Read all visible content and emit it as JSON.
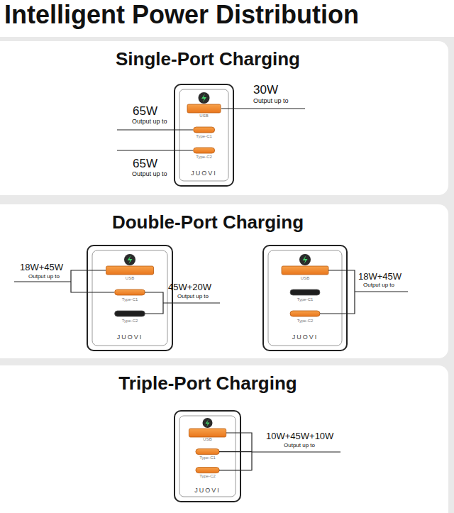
{
  "diagram": {
    "title": "Intelligent Power Distribution",
    "nodes": [
      {
        "text": [
          "Single-Port Charging"
        ]
      },
      {
        "text": [
          "USB",
          "Type-C1",
          "Type-C2",
          "JUOVI"
        ],
        "in": 0
      },
      {
        "text": [
          "Double-Port Charging"
        ]
      },
      {
        "text": [
          "USB",
          "Type-C1",
          "Type-C2",
          "JUOVI"
        ],
        "in": 2
      },
      {
        "text": [
          "USB",
          "Type-C1",
          "Type-C2",
          "JUOVI"
        ],
        "in": 2
      },
      {
        "text": [
          "Triple-Port Charging"
        ]
      },
      {
        "text": [
          "USB",
          "Type-C1",
          "Type-C2",
          "JUOVI"
        ],
        "in": 5
      }
    ],
    "labels": [
      "30W",
      "Output up to",
      "65W",
      "Output up to",
      "65W",
      "Output up to",
      "18W+45W",
      "Output up to",
      "45W+20W",
      "Output up to",
      "18W+45W",
      "Output up to",
      "10W+45W+10W",
      "Output up to"
    ]
  }
}
